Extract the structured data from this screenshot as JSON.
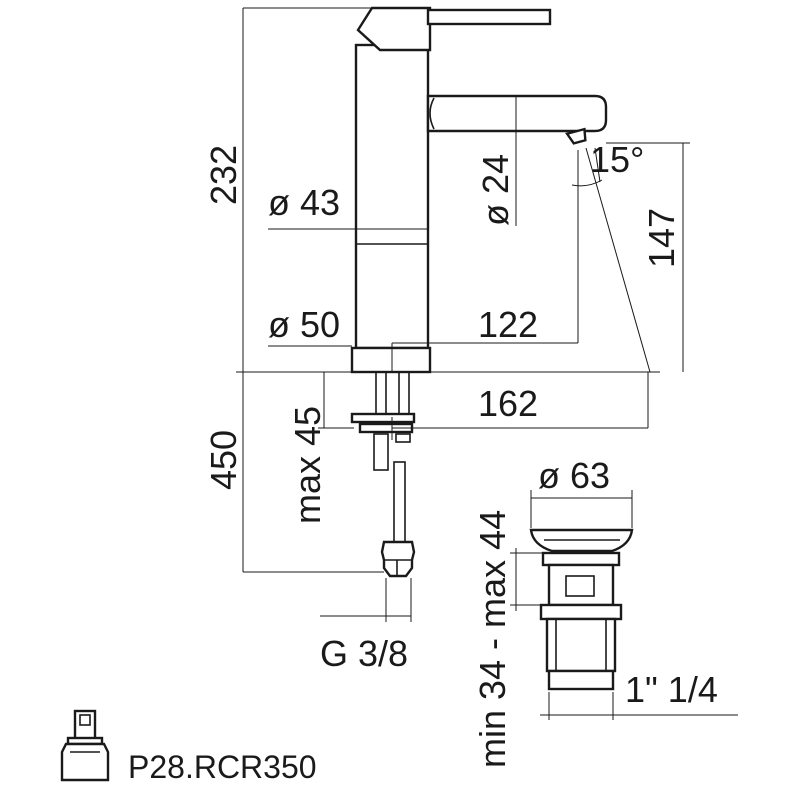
{
  "dimensions": {
    "overall_height": "232",
    "body_diameter": "ø 43",
    "base_diameter": "ø 50",
    "spout_diameter": "ø 24",
    "spout_reach": "122",
    "total_reach": "162",
    "spout_clearance": "147",
    "tilt_angle": "15°",
    "hose_length": "450",
    "max_deck_thickness": "max 45",
    "hose_connection": "G 3/8",
    "waste_diameter": "ø 63",
    "waste_adjustment": "min 34 - max 44",
    "waste_thread": "1\" 1/4"
  },
  "parts": {
    "cartridge_code": "P28.RCR350"
  }
}
